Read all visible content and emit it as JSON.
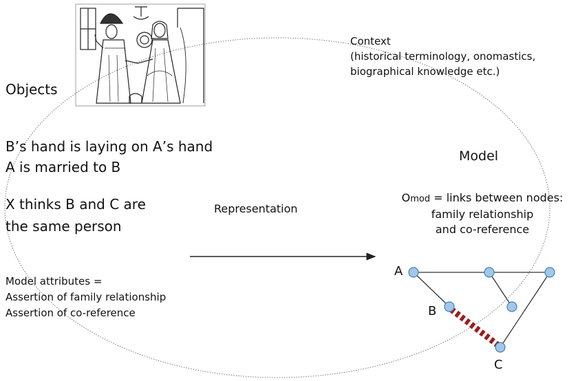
{
  "objects_title": "Objects",
  "statements": {
    "line1": "B’s hand is laying on A’s hand",
    "line2": "A is married to B",
    "line3": "X thinks B and C are",
    "line4": "the same person"
  },
  "attributes": {
    "line1": "Model attributes =",
    "line2": "Assertion of family relationship",
    "line3": "Assertion of co-reference"
  },
  "context": {
    "line1": "Context",
    "line2": "(historical terminology, onomastics,",
    "line3": "biographical knowledge etc.)"
  },
  "model": {
    "title": "Model",
    "omod_main": "O",
    "omod_sub": "mod",
    "omod_rest": " = links between nodes:",
    "line2": "family relationship",
    "line3": "and co-reference"
  },
  "representation_label": "Representation",
  "graph": {
    "node_labels": {
      "A": "A",
      "B": "B",
      "C": "C"
    },
    "node_color": "#9fc8ea",
    "coreference_color": "#9b1c1c"
  }
}
